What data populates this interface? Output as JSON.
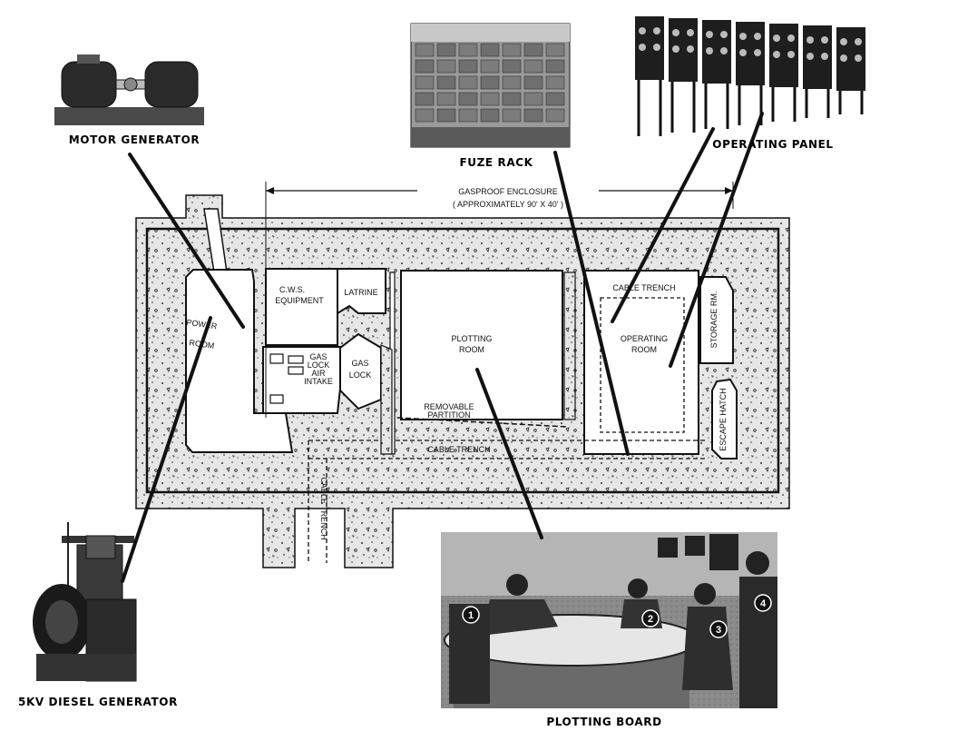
{
  "captions": {
    "motor_generator": "MOTOR GENERATOR",
    "fuze_rack": "FUZE RACK",
    "operating_panel": "OPERATING PANEL",
    "diesel_generator": "5KV DIESEL GENERATOR",
    "plotting_board": "PLOTTING BOARD"
  },
  "plan": {
    "enclosure_title": "GASPROOF ENCLOSURE",
    "enclosure_dims": "( APPROXIMATELY 90' X 40' )",
    "cws_equipment": [
      "C.W.S.",
      "EQUIPMENT"
    ],
    "latrine": "LATRINE",
    "power_room": [
      "POWER",
      "ROOM"
    ],
    "gas_lock_air_intake": [
      "GAS",
      "LOCK",
      "AIR",
      "INTAKE"
    ],
    "gas_lock": [
      "GAS",
      "LOCK"
    ],
    "plotting_room": [
      "PLOTTING",
      "ROOM"
    ],
    "removable_partition": [
      "REMOVABLE",
      "PARTITION"
    ],
    "cable_trench_bottom": "CABLE TRENCH",
    "cable_trench_vertical": "CABLE TRENCH",
    "cable_trench_top": "CABLE TRENCH",
    "operating_room": [
      "OPERATING",
      "ROOM"
    ],
    "storage_rm": "STORAGE RM.",
    "escape_hatch": "ESCAPE HATCH"
  },
  "photo_numbers": [
    "1",
    "2",
    "3",
    "4"
  ],
  "colors": {
    "ink": "#111111",
    "paper": "#ffffff",
    "concrete": "#e4e4e4"
  }
}
